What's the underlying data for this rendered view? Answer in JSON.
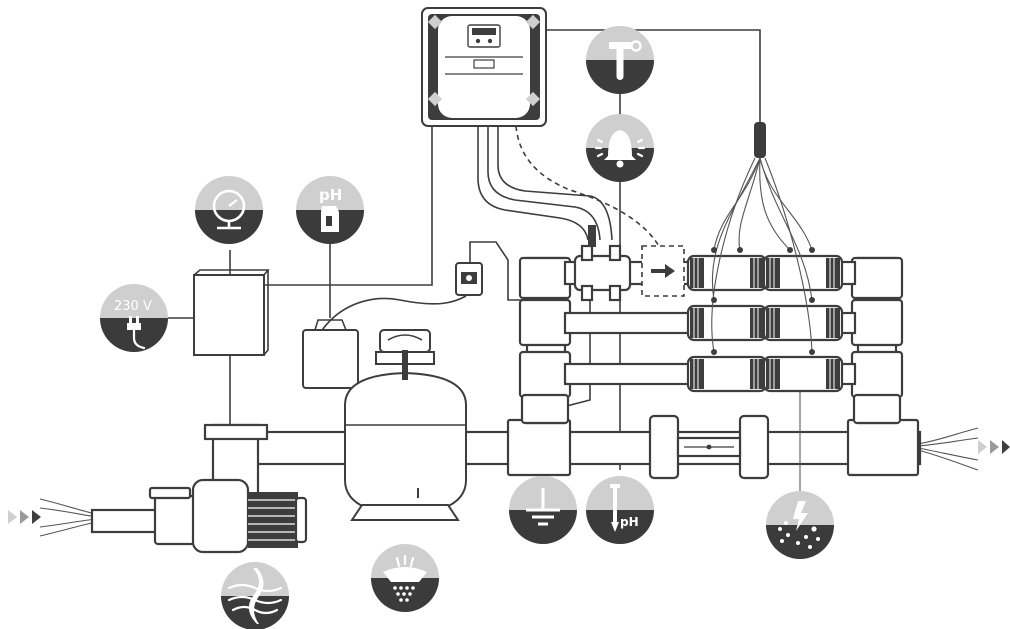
{
  "labels": {
    "power_voltage": "230 V",
    "ph_tank_label": "pH",
    "ph_probe_label": "pH"
  },
  "colors": {
    "line": "#3d3d3d",
    "badge_light": "#cfcfcf",
    "badge_dark": "#3b3b3b",
    "background": "#ffffff"
  },
  "icons": [
    "temperature-icon",
    "alarm-bell-icon",
    "pressure-gauge-icon",
    "ph-reducer-tank-icon",
    "power-plug-icon",
    "ground-earth-icon",
    "ph-probe-icon",
    "electrolysis-cell-icon",
    "filter-sand-icon",
    "pump-propeller-icon",
    "flow-arrow-icon"
  ]
}
